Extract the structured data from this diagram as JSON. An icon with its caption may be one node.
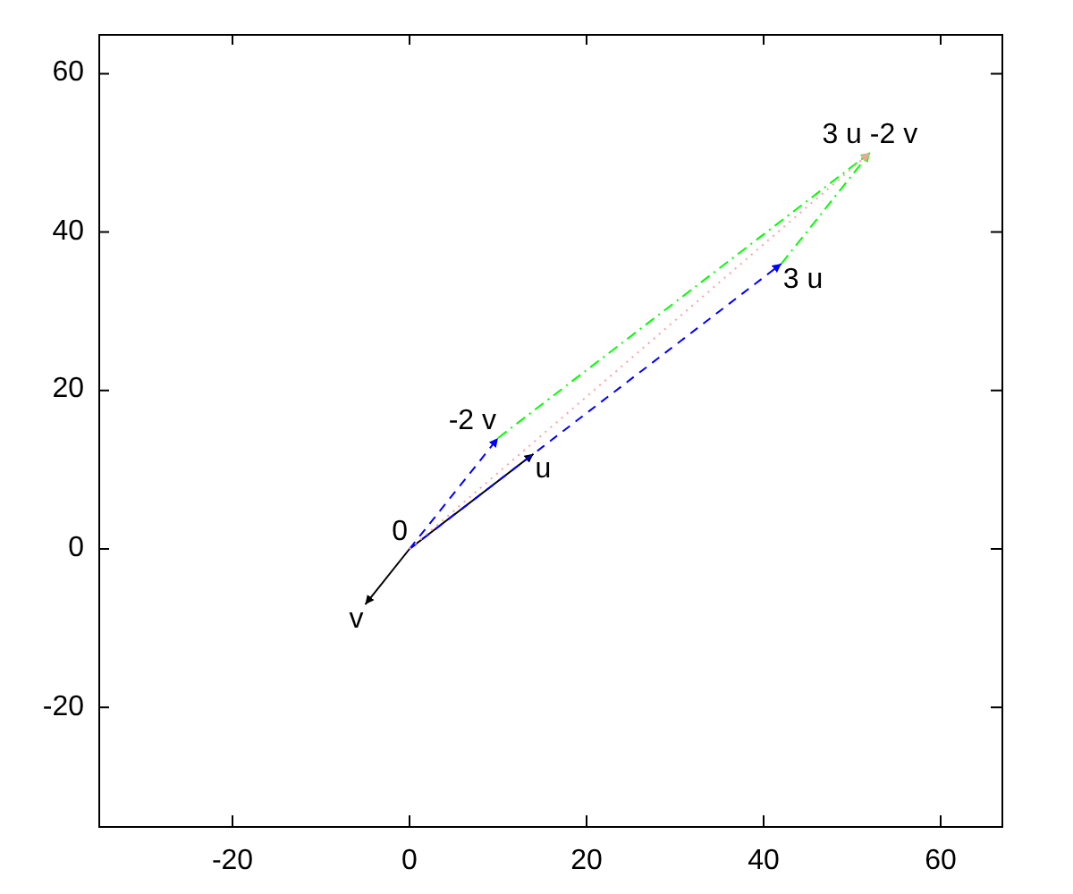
{
  "diagram": {
    "nodes": [
      {
        "text": [
          "3 u -2 v"
        ]
      },
      {
        "text": [
          "3 u"
        ]
      },
      {
        "text": [
          "-2 v"
        ]
      },
      {
        "text": [
          "u"
        ]
      },
      {
        "text": [
          "0"
        ]
      },
      {
        "text": [
          "v"
        ]
      }
    ],
    "edges": [
      {
        "from": 4,
        "to": 3,
        "arrow": "to"
      },
      {
        "from": 4,
        "to": 5,
        "arrow": "to"
      },
      {
        "from": 4,
        "to": 2,
        "arrow": "to",
        "style": "dashed",
        "color": "#0000ff"
      },
      {
        "from": 4,
        "to": 1,
        "arrow": "to",
        "style": "dashed",
        "color": "#0000ff"
      },
      {
        "from": 2,
        "to": 0,
        "arrow": "to",
        "style": "dashed",
        "color": "#00ff00"
      },
      {
        "from": 1,
        "to": 0,
        "arrow": "to",
        "style": "dashed",
        "color": "#00ff00"
      },
      {
        "from": 4,
        "to": 0,
        "arrow": "to",
        "style": "dashed",
        "color": "#ffa0a0"
      }
    ],
    "labels": [
      "60",
      "40",
      "20",
      "0",
      "-20",
      "-20",
      "0",
      "20",
      "40",
      "60"
    ]
  }
}
